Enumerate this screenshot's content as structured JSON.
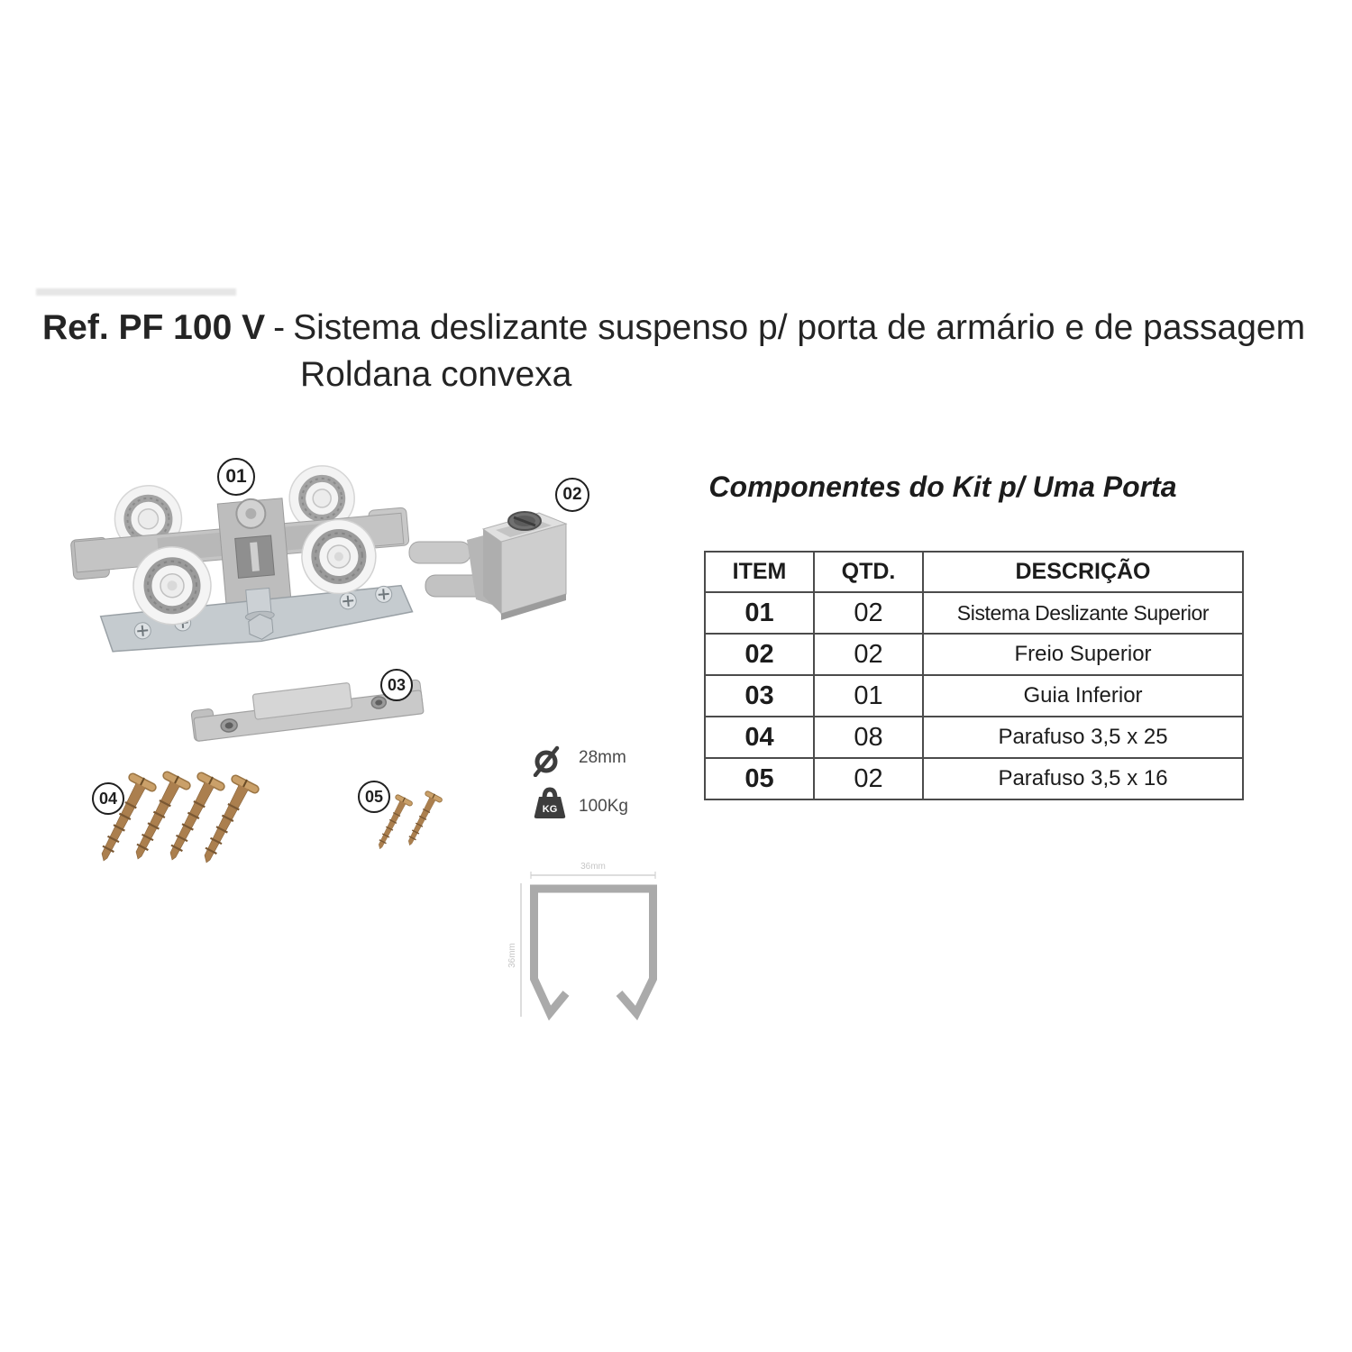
{
  "header": {
    "ref": "Ref. PF 100 V",
    "separator": "-",
    "description_line1": "Sistema deslizante suspenso p/ porta de armário e de passagem",
    "description_line2": "Roldana convexa"
  },
  "diagram": {
    "callouts": [
      {
        "id": "01"
      },
      {
        "id": "02"
      },
      {
        "id": "03"
      },
      {
        "id": "04"
      },
      {
        "id": "05"
      }
    ],
    "specs": [
      {
        "icon": "diameter-icon",
        "label": "28mm"
      },
      {
        "icon": "weight-icon",
        "label": "100Kg",
        "icon_text": "KG"
      }
    ],
    "rail_profile": {
      "width_label": "36mm",
      "height_label": "36mm"
    }
  },
  "kit_table": {
    "title": "Componentes do Kit p/ Uma Porta",
    "headers": [
      "ITEM",
      "QTD.",
      "DESCRIÇÃO"
    ],
    "rows": [
      {
        "item": "01",
        "qty": "02",
        "desc": "Sistema Deslizante Superior"
      },
      {
        "item": "02",
        "qty": "02",
        "desc": "Freio Superior"
      },
      {
        "item": "03",
        "qty": "01",
        "desc": "Guia Inferior"
      },
      {
        "item": "04",
        "qty": "08",
        "desc": "Parafuso 3,5 x 25"
      },
      {
        "item": "05",
        "qty": "02",
        "desc": "Parafuso 3,5 x 16"
      }
    ]
  },
  "colors": {
    "text": "#242424",
    "table_border": "#4b4b4b",
    "part_gray": "#c4c4c4",
    "metal_plate": "#c5cbcf",
    "roller_white": "#f3f3f3",
    "screw_bronze": "#ab7f4e",
    "profile_gray": "#aaaaaa",
    "icon_dark": "#3d3d3d"
  }
}
